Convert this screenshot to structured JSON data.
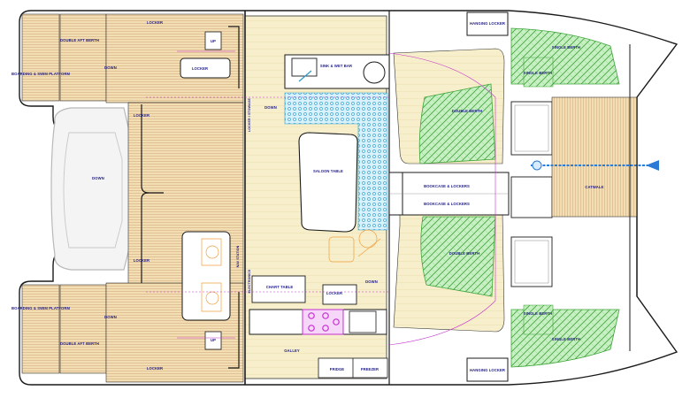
{
  "labels": {
    "locker_port_top": "LOCKER",
    "locker_port_bottom": "LOCKER",
    "locker_cockpit_top": "LOCKER",
    "locker_center": "LOCKER",
    "locker_cockpit_side": "LOCKER",
    "locker_lower": "LOCKER",
    "boarding_top": "BOARDING & SWIM PLATFORM",
    "boarding_bottom": "BOARDING & SWIM PLATFORM",
    "double_aft_top": "DOUBLE AFT BERTH",
    "double_aft_bottom": "DOUBLE AFT BERTH",
    "down_top": "DOWN",
    "down_bottom": "DOWN",
    "down_center": "DOWN",
    "down_dinghy": "DOWN",
    "down_galley": "DOWN",
    "up_top": "UP",
    "up_bottom": "UP",
    "saloon_table": "SALOON TABLE",
    "sink_wetbar": "SINK & WET BAR",
    "locker_upper_vertical": "LOCKER / STOWAGE",
    "electronics": "ELECTRONICS",
    "chart_table": "CHART TABLE",
    "nav_station": "NAV STATION",
    "single_berth_fwd_top": "SINGLE BERTH",
    "single_berth_fwd_top2": "SINGLE BERTH",
    "single_berth_fwd_bottom": "SINGLE BERTH",
    "single_berth_fwd_bottom2": "SINGLE BERTH",
    "double_berth_top": "DOUBLE BERTH",
    "double_berth_bottom": "DOUBLE BERTH",
    "bookcase_top": "BOOKCASE & LOCKERS",
    "bookcase_bottom": "BOOKCASE & LOCKERS",
    "galley": "GALLEY",
    "fridge": "FRIDGE",
    "freezer": "FREEZER",
    "hanging_top": "HANGING LOCKER",
    "hanging_bottom": "HANGING LOCKER",
    "catwalk": "CATWALK"
  },
  "colors": {
    "hull_outline": "#1a1a1a",
    "deck_wood": "#f3ddb3",
    "deck_plank": "#cfa978",
    "saloon_floor": "#f7efcb",
    "cushion_blue": "#76c9e8",
    "berth_green": "#7fd37a",
    "label_blue": "#1e1a8a",
    "magenta": "#c42fd0",
    "orange": "#f0a040",
    "dinghy_grey": "#b8b8b8",
    "trampoline_blue": "#2a7ad6"
  }
}
